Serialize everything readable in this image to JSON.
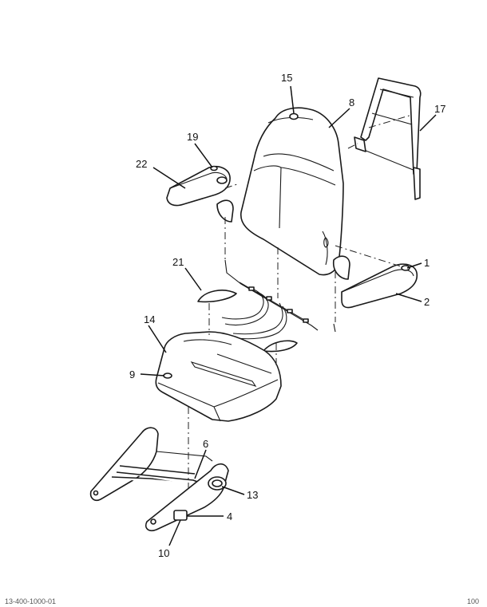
{
  "callouts": [
    {
      "id": "1",
      "label": "1"
    },
    {
      "id": "2",
      "label": "2"
    },
    {
      "id": "4",
      "label": "4"
    },
    {
      "id": "6",
      "label": "6"
    },
    {
      "id": "8",
      "label": "8"
    },
    {
      "id": "9",
      "label": "9"
    },
    {
      "id": "10",
      "label": "10"
    },
    {
      "id": "13",
      "label": "13"
    },
    {
      "id": "14",
      "label": "14"
    },
    {
      "id": "15",
      "label": "15"
    },
    {
      "id": "17",
      "label": "17"
    },
    {
      "id": "19",
      "label": "19"
    },
    {
      "id": "21",
      "label": "21"
    },
    {
      "id": "22",
      "label": "22"
    }
  ],
  "footer": {
    "left": "13-400-1000-01",
    "right": "100"
  }
}
